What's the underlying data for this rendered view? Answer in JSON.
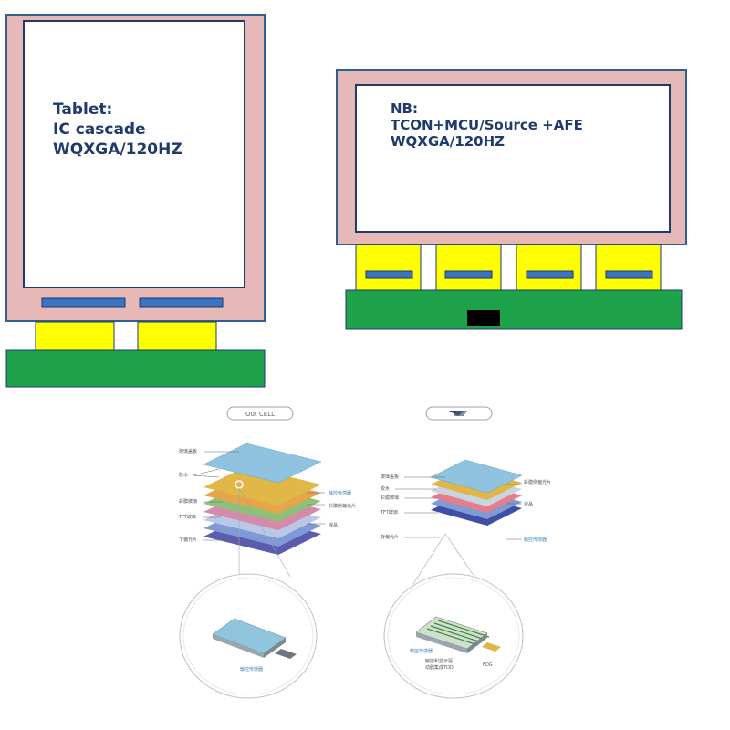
{
  "tablet": {
    "label_line1": "Tablet:",
    "label_line2": "IC cascade",
    "label_line3": "WQXGA/120HZ"
  },
  "notebook": {
    "label_line1": "NB:",
    "label_line2": "TCON+MCU/Source +AFE",
    "label_line3": "WQXGA/120HZ"
  },
  "colors": {
    "frame": "#e6b8b8",
    "frame_border": "#2f5f8e",
    "chip": "#ffff00",
    "pcb": "#1ea34a",
    "connector": "#3a74c2",
    "ic_black": "#000000"
  },
  "bottom_left": {
    "pill_label": "Out CELL",
    "layers": [
      "玻璃盖板",
      "胶水",
      "",
      "彩膜玻璃",
      "TFT玻璃",
      "下偏光片"
    ],
    "right_labels": [
      "触控传感器",
      "彩膜侧偏光片",
      "液晶"
    ],
    "inset_label": "触控传感器"
  },
  "bottom_right": {
    "pill_label": "",
    "layers": [
      "玻璃盖板",
      "胶水",
      "彩膜玻璃",
      "TFT玻璃",
      "背偏光片"
    ],
    "right_labels": [
      "彩膜侧偏光片",
      "液晶",
      "触控传感器"
    ],
    "inset_label_line1": "触控和显示驱",
    "inset_label_line2": "动器集成TDDI",
    "inset_label_left": "触控传感器",
    "inset_label_fog": "FOG"
  }
}
